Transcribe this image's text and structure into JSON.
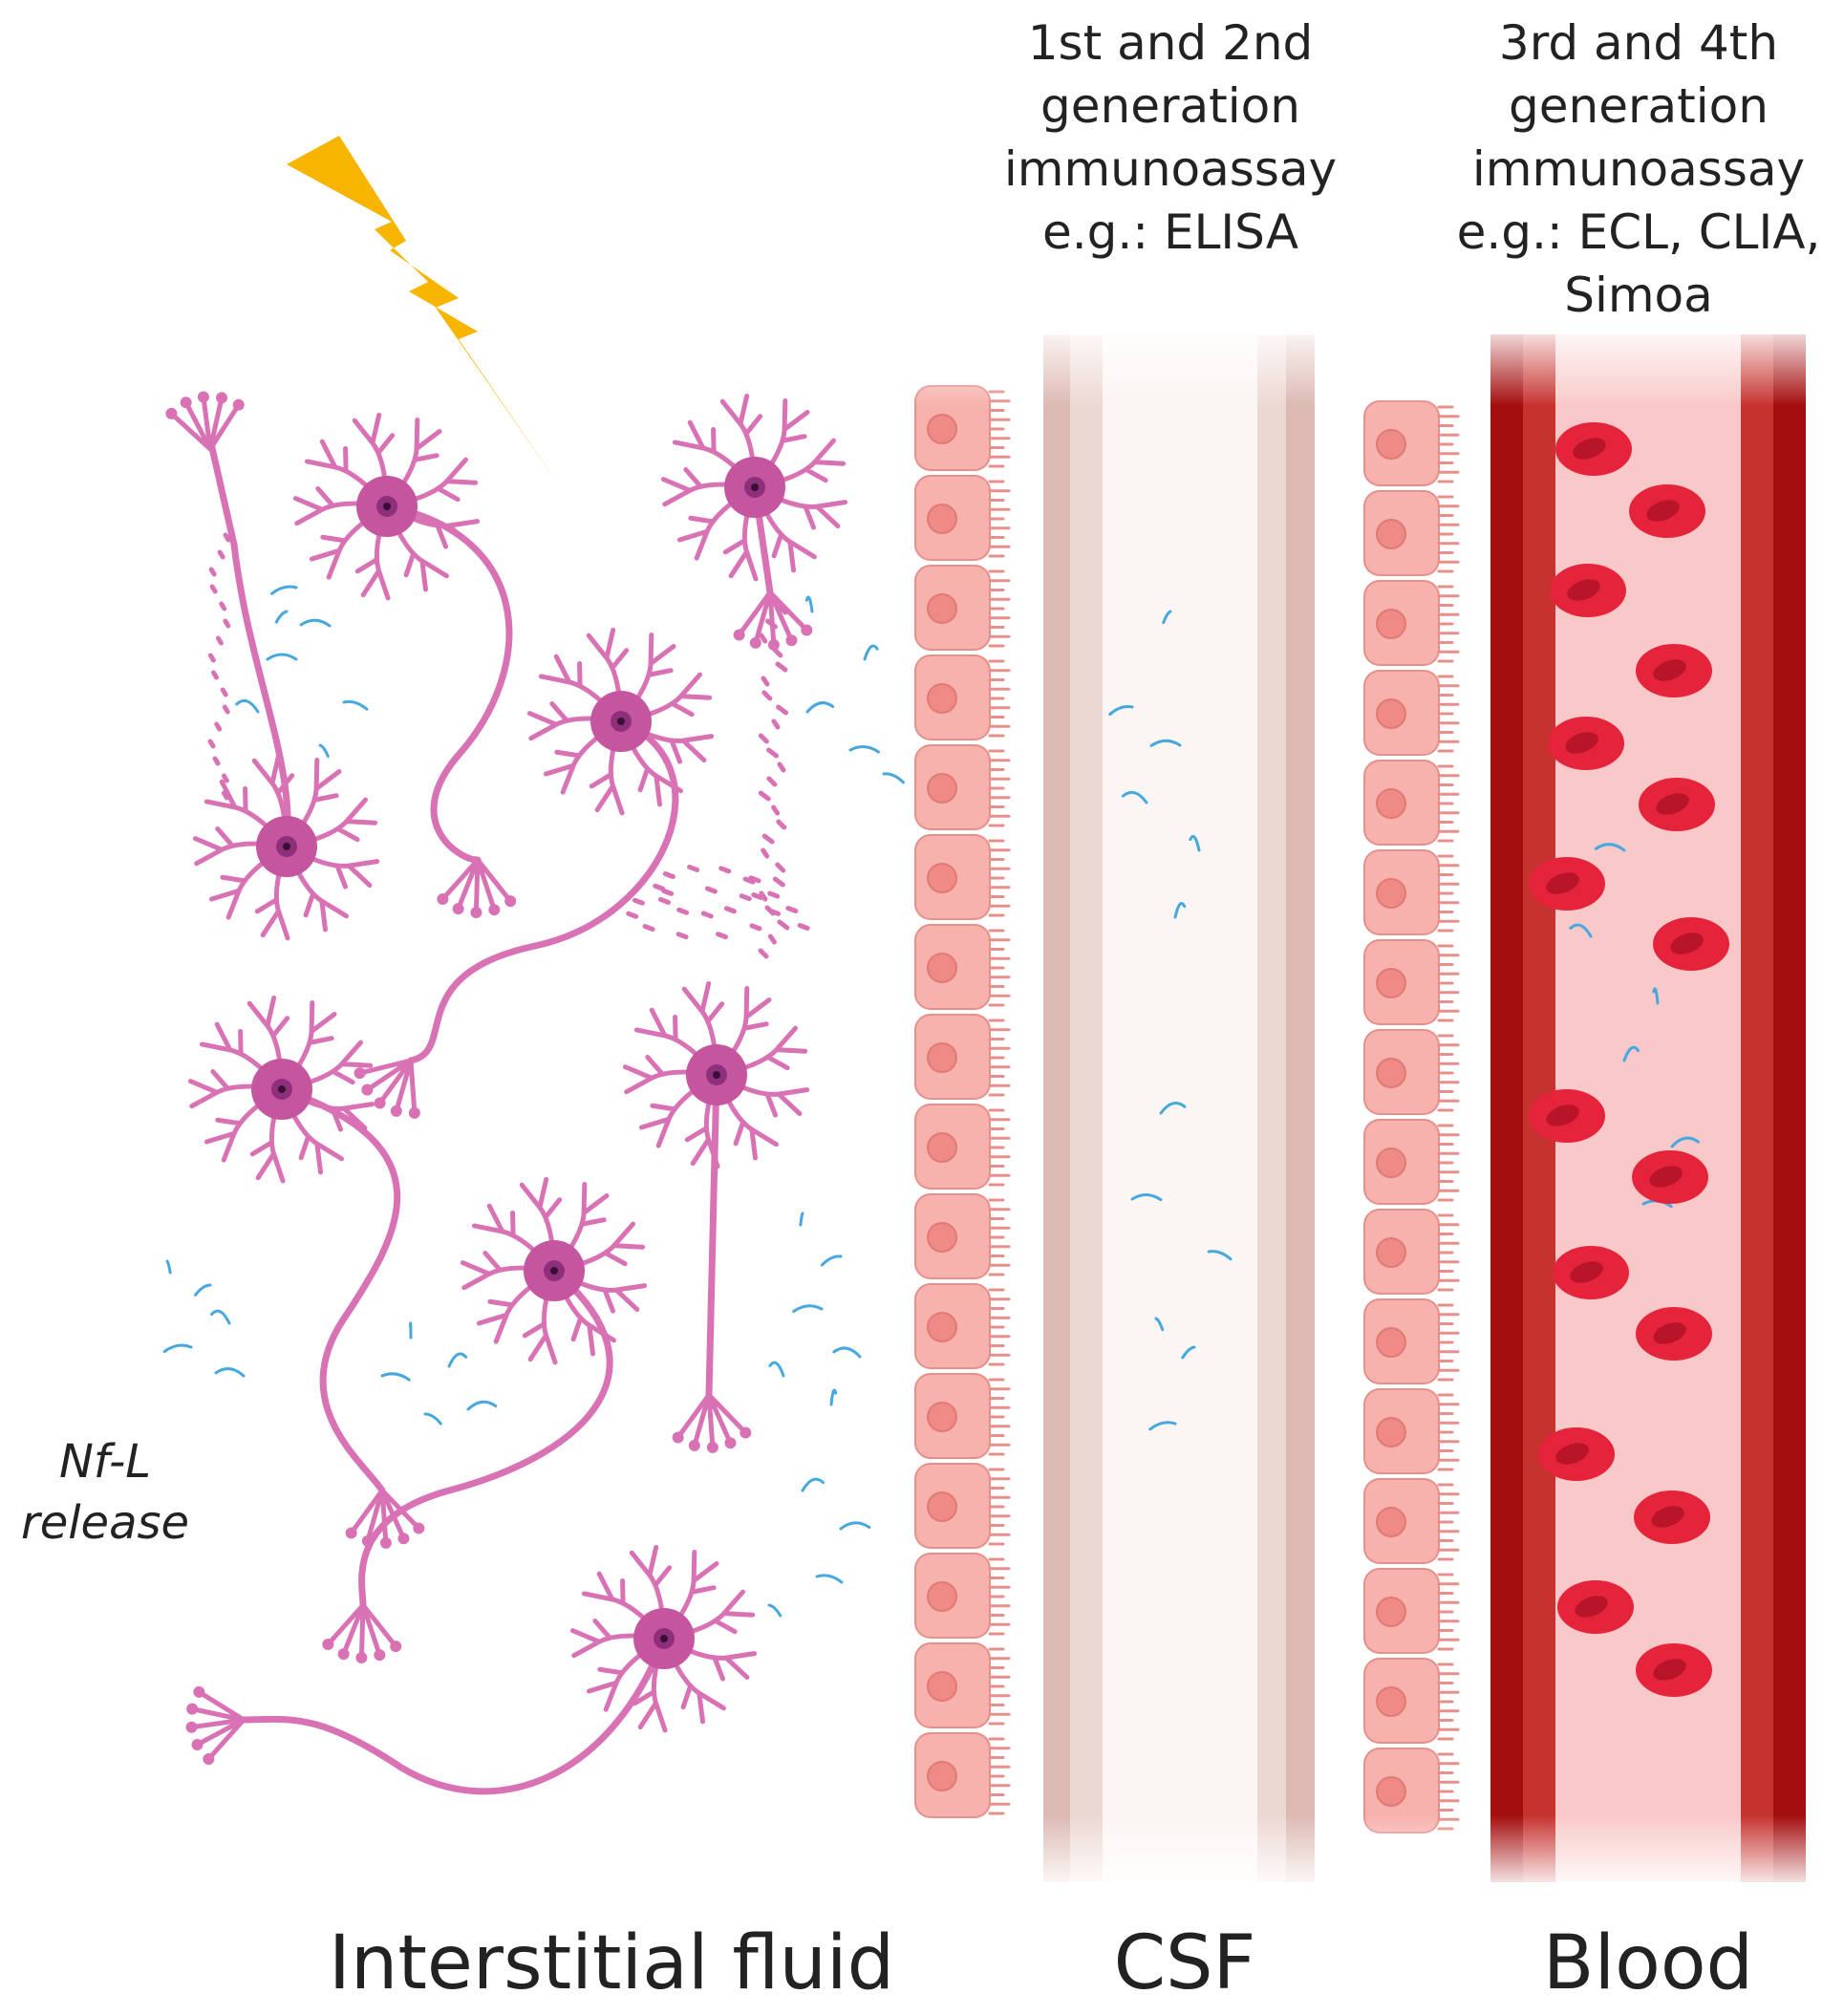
{
  "labels": {
    "assay_left": [
      "1st and 2nd",
      "generation",
      "immunoassay",
      "e.g.: ELISA"
    ],
    "assay_right": [
      "3rd and 4th",
      "generation",
      "immunoassay",
      "e.g.: ECL, CLIA,",
      "Simoa"
    ],
    "release": [
      "Nf-L",
      "release"
    ],
    "compartments": {
      "interstitial": "Interstitial fluid",
      "csf": "CSF",
      "blood": "Blood"
    }
  },
  "colors": {
    "neuron": "#d872b4",
    "neuron_soma": "#c4559e",
    "nucleus": "#8e2f7c",
    "lightning": "#f7b500",
    "epithelium": "#f7b2ad",
    "epithelium_border": "#e78f8a",
    "epithelium_nucleus": "#ef8a86",
    "csf_wall": "#dcbab4",
    "csf_lumen": "#fbf5f3",
    "vessel_wall_dark": "#a50e0e",
    "vessel_wall_mid": "#c6332f",
    "vessel_lumen": "#f9c9c9",
    "rbc": "#e5243b",
    "rbc_dark": "#b8142a",
    "nfl_fragment": "#47a8e0"
  }
}
